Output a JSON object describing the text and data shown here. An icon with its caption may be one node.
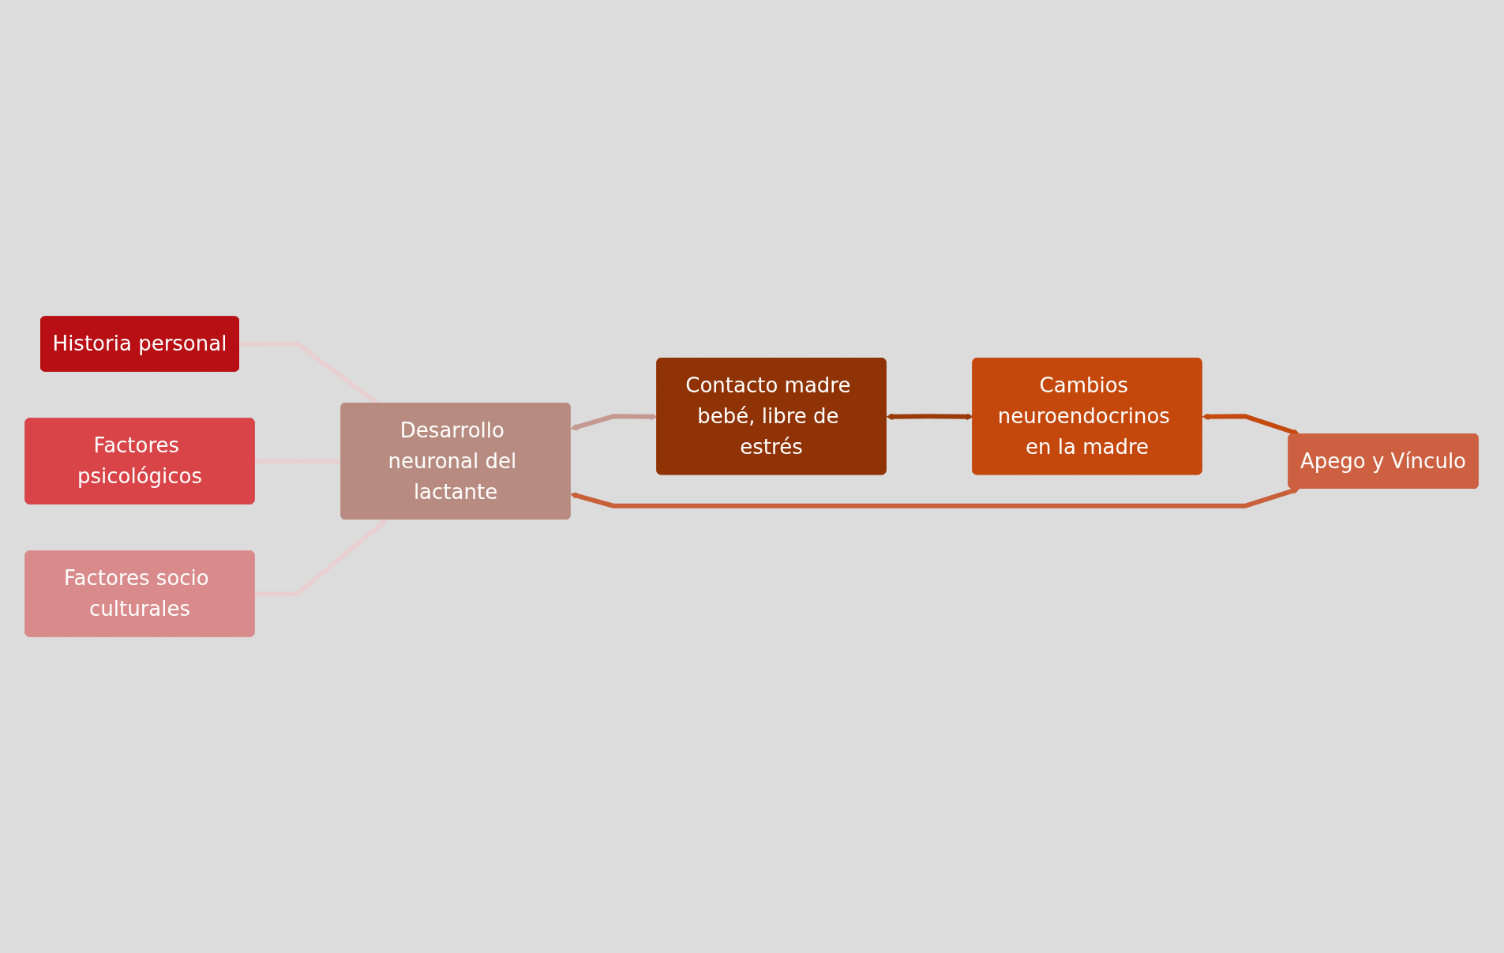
{
  "diagram": {
    "nodes": [
      {
        "text": [
          "Historia personal"
        ]
      },
      {
        "text": [
          "Factores psicológicos"
        ]
      },
      {
        "text": [
          "Factores socio culturales"
        ]
      },
      {
        "text": [
          "Contacto madre bebé, libre de estrés"
        ]
      },
      {
        "text": [
          "Desarrollo neuronal del lactante"
        ]
      },
      {
        "text": [
          "Cambios neuroendocrinos en la madre"
        ]
      },
      {
        "text": [
          "Apego y Vínculo"
        ]
      }
    ],
    "edges": [
      {
        "from": 0,
        "to": 4,
        "arrow": "to",
        "color": "#e8cfd0"
      },
      {
        "from": 1,
        "to": 4,
        "arrow": "to",
        "color": "#e8cfd0"
      },
      {
        "from": 2,
        "to": 4,
        "arrow": "to",
        "color": "#e8cfd0"
      },
      {
        "from": 4,
        "to": 3,
        "arrow": "both",
        "color": "#c49a90"
      },
      {
        "from": 3,
        "to": 5,
        "arrow": "both",
        "color": "#9a3a08"
      },
      {
        "from": 5,
        "to": 6,
        "arrow": "both",
        "color": "#c44a10"
      },
      {
        "from": 6,
        "to": 4,
        "arrow": "both",
        "color": "#c8603a"
      }
    ]
  }
}
